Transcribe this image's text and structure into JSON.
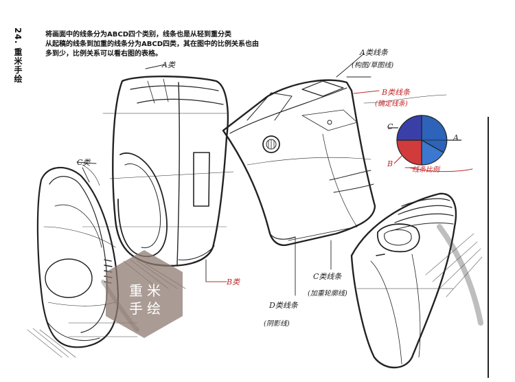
{
  "page": {
    "side_title": "24. 重米手绘",
    "caption": [
      "将画面中的线条分为ABCD四个类别，线条也是从轻到重分类",
      "从起稿的线条到加重的线条分为ABCD四类，其在图中的比例关系也由",
      "多到少，比例关系可以看右图的表格。"
    ]
  },
  "annotations": {
    "a_top": "A类",
    "c_left": "C类",
    "a_lines": "A类线条",
    "a_lines_note": "(构图/草图线)",
    "b_lines": "B类线条",
    "b_lines_note": "(确定线条)",
    "pie_c": "C",
    "pie_a": "A",
    "pie_b": "B",
    "pie_note": "线条比例",
    "b_class": "B类",
    "c_lines": "C类线条",
    "c_lines_note": "(加重轮廓线)",
    "d_lines": "D类线条",
    "d_lines_note": "(阴影线)"
  },
  "watermark": {
    "line1": "重米",
    "line2": "手绘"
  },
  "colors": {
    "ink": "#222222",
    "red_annotation": "#c0282c",
    "pie_blue": "#2d63b8",
    "pie_red": "#d23b3b",
    "watermark": "#8d7b72"
  }
}
